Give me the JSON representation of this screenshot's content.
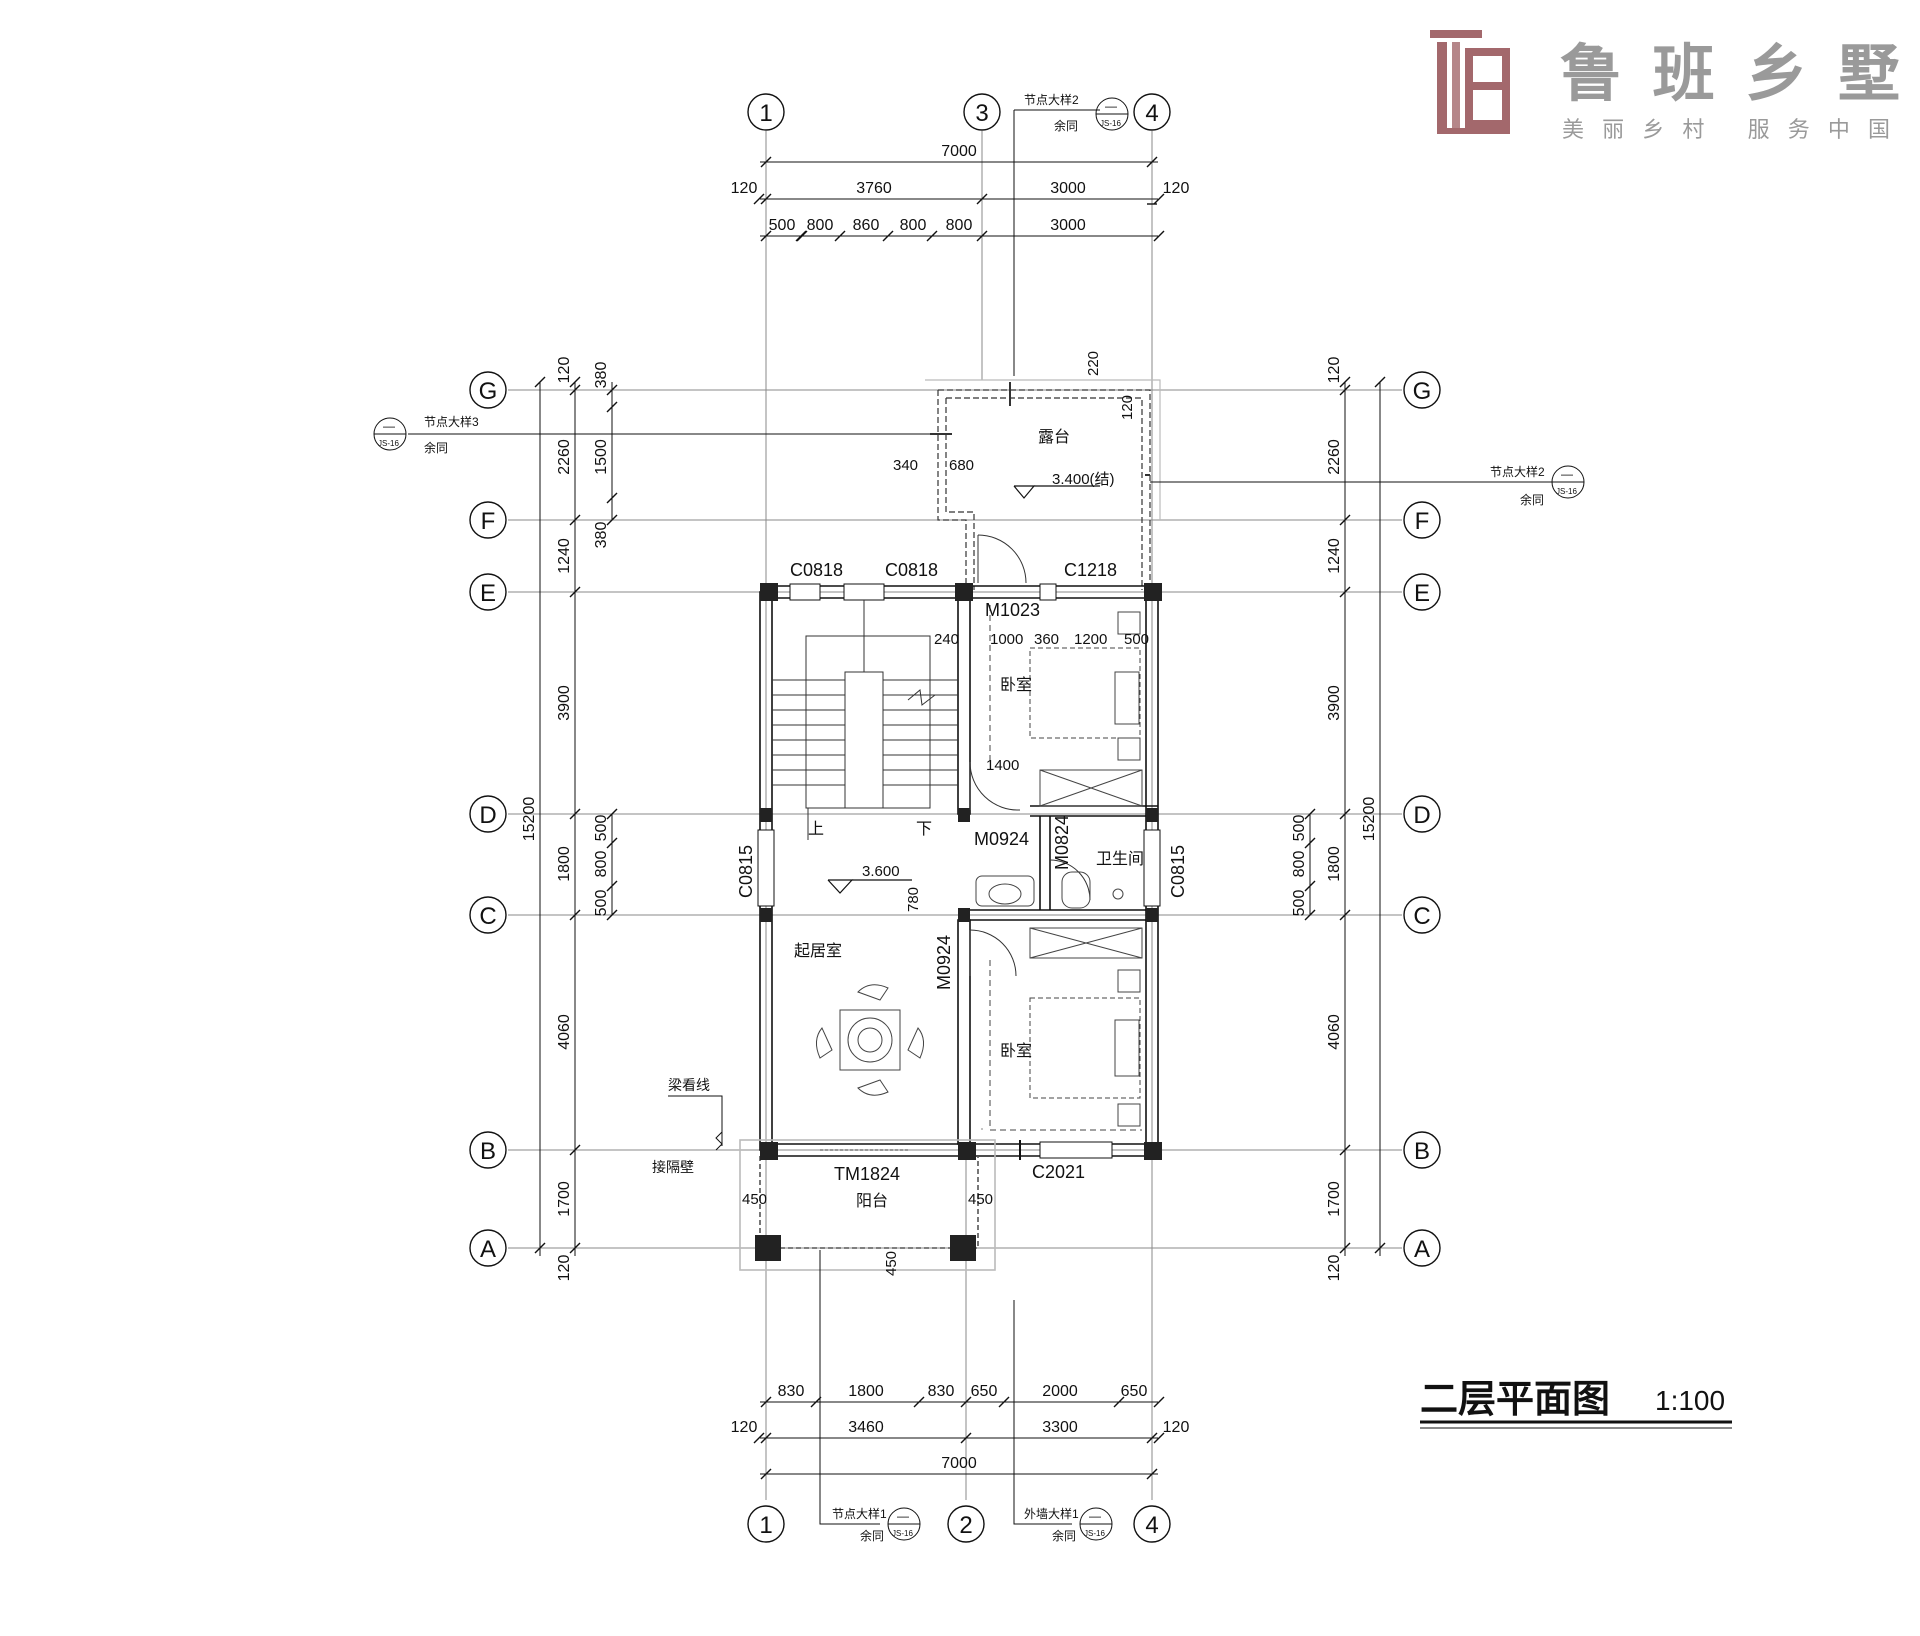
{
  "logo": {
    "title": "鲁班乡墅",
    "subtitle": "美丽乡村  服务中国",
    "color": "#a3686c"
  },
  "drawing_title": "二层平面图",
  "scale": "1:100",
  "axes": {
    "vertical": [
      "1",
      "2",
      "3",
      "4"
    ],
    "horizontal": [
      "A",
      "B",
      "C",
      "D",
      "E",
      "F",
      "G"
    ]
  },
  "top_dims": {
    "total": "7000",
    "row2": [
      "120",
      "3760",
      "3000",
      "120"
    ],
    "row3": [
      "500",
      "800",
      "860",
      "800",
      "800",
      "3000"
    ]
  },
  "bottom_dims": {
    "row1": [
      "830",
      "1800",
      "830",
      "650",
      "2000",
      "650"
    ],
    "row2": [
      "120",
      "3460",
      "3300",
      "120"
    ],
    "total": "7000"
  },
  "left_dims": {
    "total": "15200",
    "outer": [
      "120",
      "2260",
      "1240",
      "3900",
      "1800",
      "4060",
      "1700",
      "120"
    ],
    "inner": [
      "380",
      "1500",
      "380",
      "500",
      "800",
      "500"
    ]
  },
  "right_dims": {
    "total": "15200",
    "outer": [
      "120",
      "2260",
      "1240",
      "3900",
      "1800",
      "4060",
      "1700",
      "120"
    ],
    "inner": [
      "500",
      "800",
      "500"
    ]
  },
  "rooms": {
    "terrace": "露台",
    "bedroom": "卧室",
    "bathroom": "卫生间",
    "living": "起居室",
    "balcony": "阳台",
    "stair_up": "上",
    "stair_down": "下"
  },
  "openings": [
    "C0818",
    "C0818",
    "C1218",
    "M1023",
    "M0924",
    "M0824",
    "C0815",
    "C0815",
    "M0924",
    "TM1824",
    "C2021"
  ],
  "elevations": [
    "3.400(结)",
    "3.600"
  ],
  "internal_dims": [
    "240",
    "1000",
    "360",
    "1200",
    "500",
    "1400",
    "340",
    "680",
    "120",
    "220",
    "780",
    "450",
    "450",
    "450"
  ],
  "annotations": {
    "beam_line": "梁看线",
    "partition": "接隔壁"
  },
  "detail_callouts": [
    {
      "label": "节点大样2",
      "note": "余同",
      "ref": "JS-16",
      "num": "—"
    },
    {
      "label": "节点大样3",
      "note": "余同",
      "ref": "JS-16",
      "num": "—"
    },
    {
      "label": "节点大样2",
      "note": "余同",
      "ref": "JS-16",
      "num": "—"
    },
    {
      "label": "节点大样1",
      "note": "余同",
      "ref": "JS-16",
      "num": "—"
    },
    {
      "label": "外墙大样1",
      "note": "余同",
      "ref": "JS-16",
      "num": "—"
    }
  ]
}
